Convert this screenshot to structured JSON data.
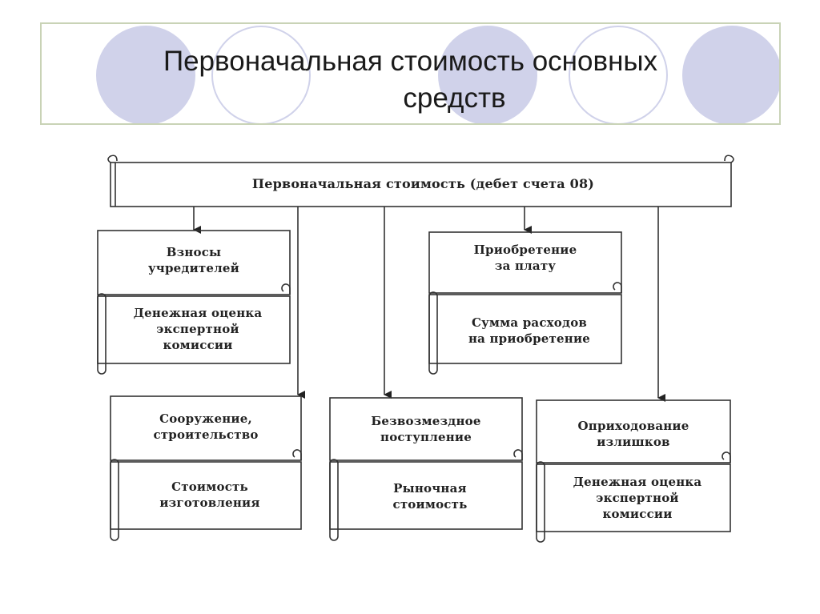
{
  "title": {
    "line1": "Первоначальная стоимость основных",
    "line2": "средств"
  },
  "diagram": {
    "root": "Первоначальная стоимость (дебет счета 08)",
    "groups": [
      {
        "head": [
          "Взносы",
          "учредителей"
        ],
        "detail": [
          "Денежная оценка",
          "экспертной",
          "комиссии"
        ]
      },
      {
        "head": [
          "Приобретение",
          "за плату"
        ],
        "detail": [
          "Сумма расходов",
          "на приобретение"
        ]
      },
      {
        "head": [
          "Сооружение,",
          "строительство"
        ],
        "detail": [
          "Стоимость",
          "изготовления"
        ]
      },
      {
        "head": [
          "Безвозмездное",
          "поступление"
        ],
        "detail": [
          "Рыночная",
          "стоимость"
        ]
      },
      {
        "head": [
          "Оприходование",
          "излишков"
        ],
        "detail": [
          "Денежная оценка",
          "экспертной",
          "комиссии"
        ]
      }
    ]
  },
  "colors": {
    "circle_fill": "#d0d2ea",
    "frame": "#c9d3b6",
    "ink": "#222222"
  }
}
